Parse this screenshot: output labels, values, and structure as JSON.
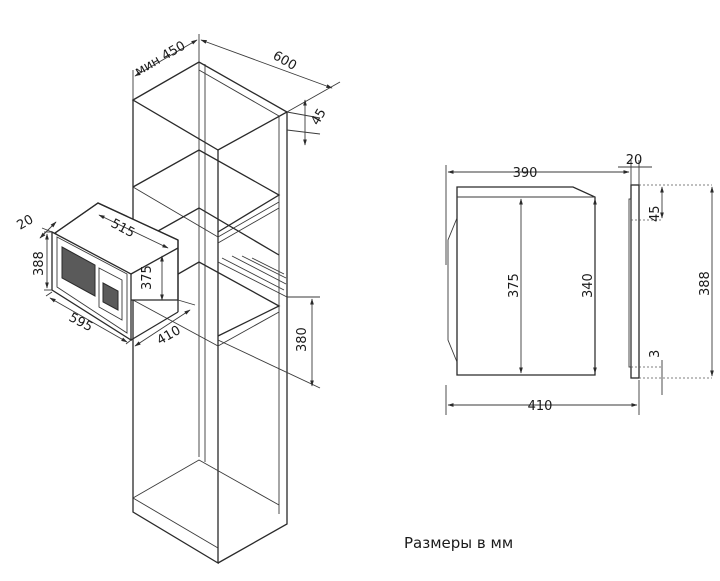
{
  "cabinet_dims": {
    "width_min": "мин 450",
    "depth": "600",
    "offset": "45",
    "niche_height": "380"
  },
  "microwave_dims": {
    "frame_depth": "20",
    "height": "388",
    "body_width": "515",
    "body_height": "375",
    "frame_width": "595",
    "depth": "410"
  },
  "side_view": {
    "body_depth": "390",
    "frame_depth": "20",
    "top_gap": "45",
    "body_height": "375",
    "inner_height": "340",
    "frame_height": "388",
    "bottom_gap": "3",
    "total_depth": "410"
  },
  "caption": "Размеры в мм"
}
